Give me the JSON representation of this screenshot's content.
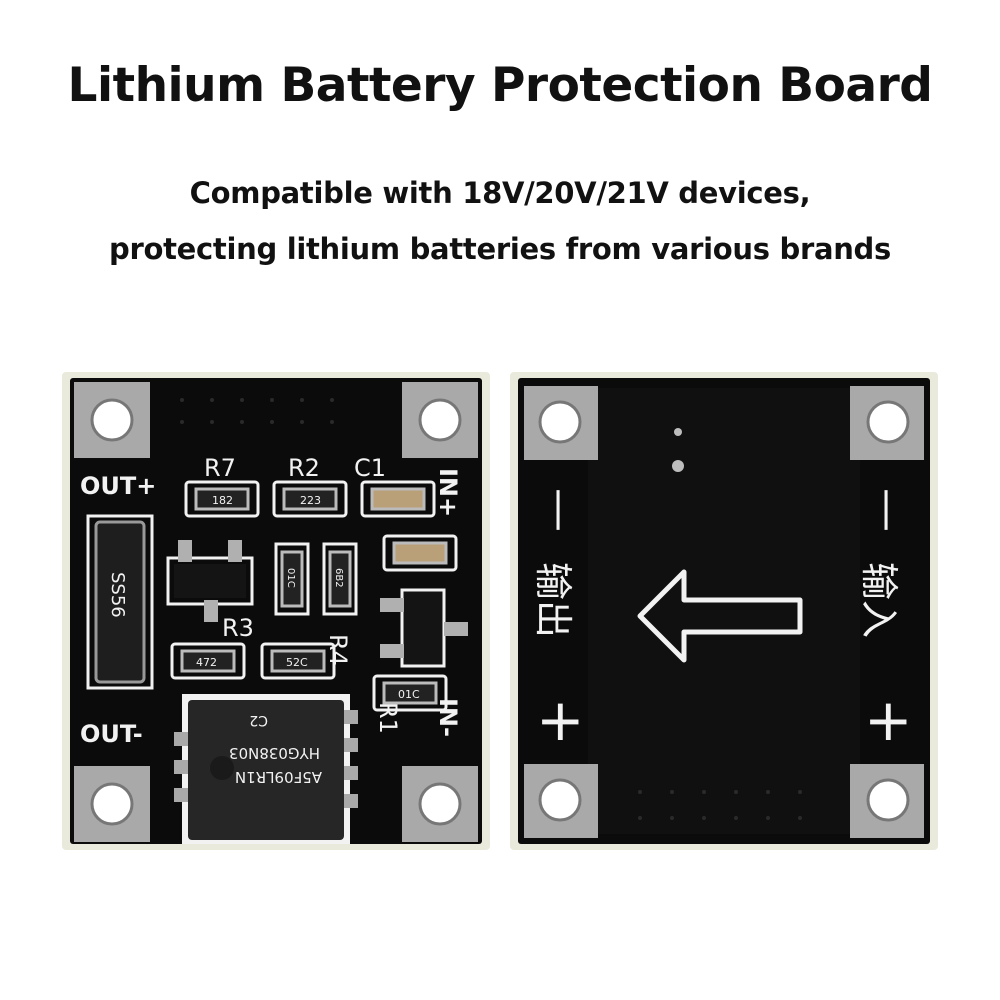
{
  "header": {
    "title": "Lithium Battery Protection Board",
    "subtitle_line1": "Compatible with 18V/20V/21V devices,",
    "subtitle_line2": "protecting lithium batteries from various brands"
  },
  "front_board": {
    "out_plus": "OUT+",
    "out_minus": "OUT-",
    "in_plus": "IN+",
    "in_minus": "IN-",
    "r7": "R7",
    "r2": "R2",
    "c1": "C1",
    "r3": "R3",
    "r4": "R4",
    "r1": "R1",
    "code_r7": "182",
    "code_r2": "223",
    "code_r3": "472",
    "code_a": "01C",
    "code_b": "6B2",
    "code_c": "52C",
    "code_d": "01C",
    "diode": "SS56",
    "chip_line1": "C2",
    "chip_line2": "HYG038N03",
    "chip_line3": "A5F09LR1N"
  },
  "back_board": {
    "output_cn": "输出",
    "input_cn": "输入",
    "minus_left": "—",
    "minus_right": "—",
    "plus_left": "+",
    "plus_right": "+"
  },
  "colors": {
    "pcb": "#0b0b0b",
    "silkscreen": "#f2f2f2",
    "pad": "#a9a9a9",
    "substrate": "#e9eadc"
  }
}
